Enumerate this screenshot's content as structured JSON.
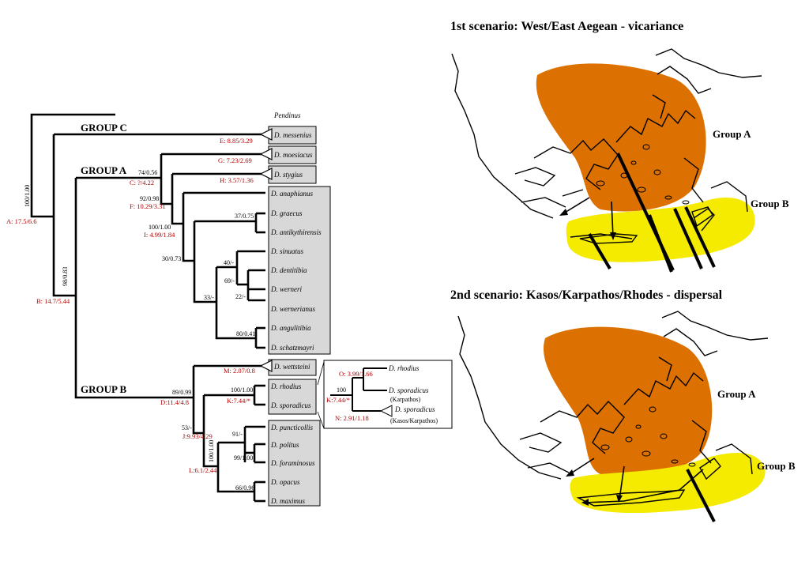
{
  "tree": {
    "outgroup": "Pendinus",
    "groups": {
      "c": "GROUP C",
      "a": "GROUP A",
      "b": "GROUP B"
    },
    "taxa": {
      "messenius": "D. messenius",
      "moesiacus": "D. moesiacus",
      "stygius": "D. stygius",
      "anaphianus": "D. anaphianus",
      "graecus": "D. graecus",
      "antikythirensis": "D. antikythirensis",
      "sinuatus": "D. sinuatus",
      "dentitibia": "D. dentitibia",
      "werneri": "D. werneri",
      "wernerianus": "D. wernerianus",
      "angulitibia": "D. angulitibia",
      "schatzmayri": "D. schatzmayri",
      "wettsteini": "D. wettsteini",
      "rhodius": "D. rhodius",
      "sporadicus": "D. sporadicus",
      "puncticollis": "D. puncticollis",
      "politus": "D. politus",
      "foraminosus": "D. foraminosus",
      "opacus": "D. opacus",
      "maximus": "D. maximus"
    },
    "support": {
      "root": "100/1.00",
      "b": "98/0.83",
      "c74": "74/0.56",
      "f92": "92/0.98",
      "i100": "100/1.00",
      "s3073": "30/0.73",
      "s3775": "37/0.75",
      "s40": "40/-",
      "s69": "69/-",
      "s22": "22/-",
      "s33": "33/-",
      "s8041": "80/0.41",
      "d89": "89/0.99",
      "k100": "100/1.00",
      "j53": "53/-",
      "s91": "91/-",
      "s99": "99/1.00",
      "l100": "100/1.00",
      "s66": "66/0.96"
    },
    "dates": {
      "A": "A: 17.5/6.6",
      "B": "B: 14.7/5.44",
      "C": "C: ?/4.22",
      "D": "D:11.4/4.8",
      "E": "E: 8.85/3.29",
      "F": "F: 10.29/3.31",
      "G": "G: 7.23/2.69",
      "H": "H: 3.57/1.36",
      "I": "I: 4.99/1.84",
      "J": "J:9.93/4.29",
      "K": "K:7.44/*",
      "L": "L:6.1/2.44",
      "M": "M: 2.07/0.8"
    }
  },
  "inset": {
    "rhodius": "D. rhodius",
    "sporadicus": "D. sporadicus",
    "karpathos": "(Karpathos)",
    "sporadicus2": "D. sporadicus",
    "kasos": "(Kasos/Karpathos)",
    "support": "100",
    "O": "O: 3.99/1.66",
    "K": "K:7.44/*",
    "N": "N: 2.91/1.18"
  },
  "maps": {
    "scenario1": "1st scenario: West/East Aegean - vicariance",
    "scenario2": "2nd scenario: Kasos/Karpathos/Rhodes - dispersal",
    "group_a": "Group A",
    "group_b": "Group B",
    "colors": {
      "group_a": "#dc7000",
      "group_b": "#f5eb00"
    }
  }
}
